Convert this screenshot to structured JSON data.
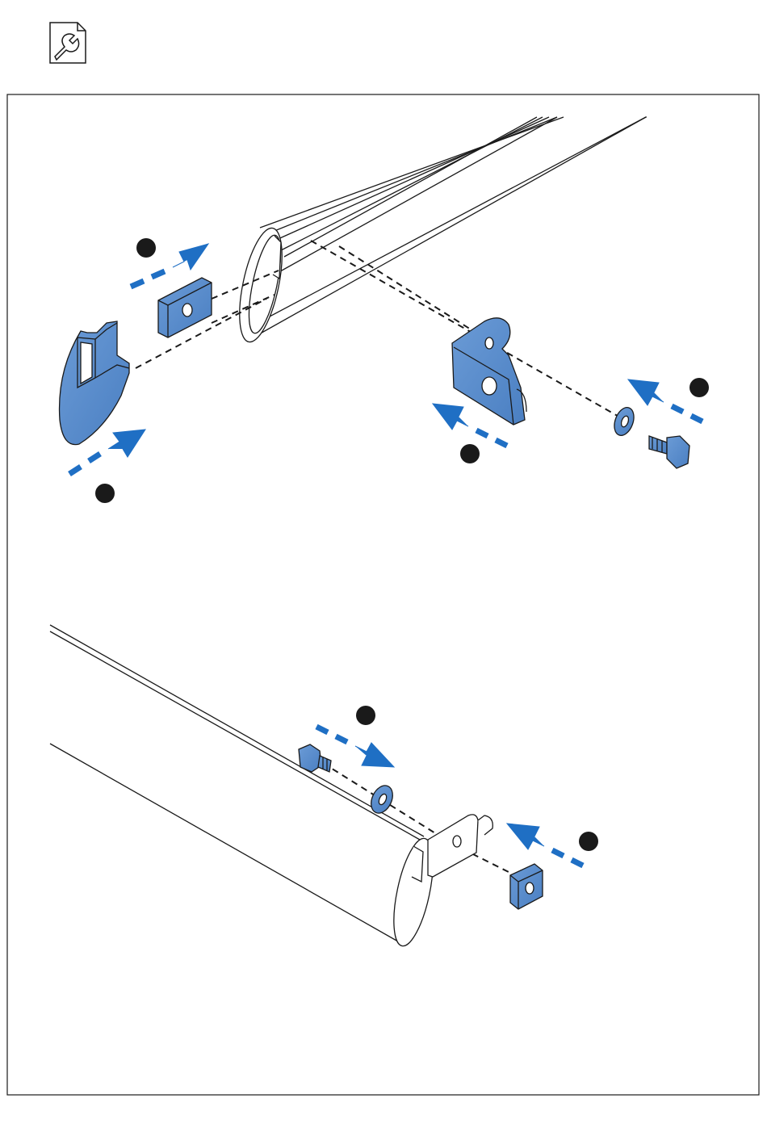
{
  "page": {
    "icon": "wrench-document-icon"
  },
  "colors": {
    "part_fill": "#5b8fcf",
    "part_fill_dark": "#3f6fae",
    "arrow": "#1f6fc4",
    "line": "#1a1a1a",
    "step_marker": "#1a1a1a",
    "background": "#ffffff"
  },
  "steps": {
    "top": [
      "step-1",
      "step-2",
      "step-3",
      "step-4"
    ],
    "bottom": [
      "step-5",
      "step-6"
    ]
  },
  "parts": {
    "top": [
      "rail",
      "square-nut",
      "end-cap",
      "bracket",
      "washer",
      "bolt"
    ],
    "bottom": [
      "rail",
      "bolt",
      "washer",
      "bracket",
      "square-nut"
    ]
  }
}
